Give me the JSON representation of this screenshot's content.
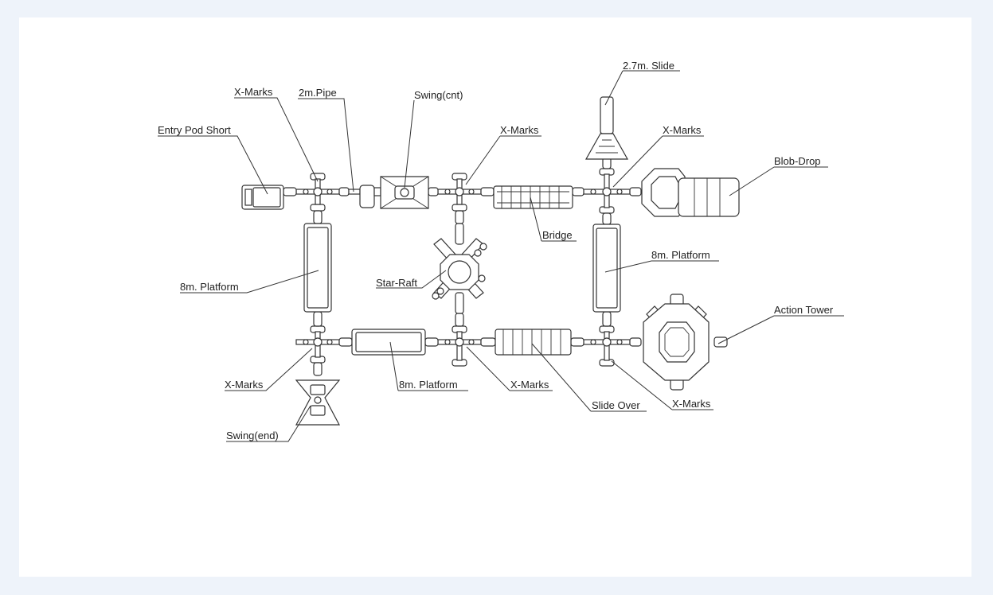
{
  "diagram": {
    "colors": {
      "stroke": "#333333",
      "background": "#ffffff",
      "page": "#eef3fa"
    },
    "labels": {
      "xmarks_tl": "X-Marks",
      "pipe_2m": "2m.Pipe",
      "swing_cnt": "Swing(cnt)",
      "slide_27": "2.7m. Slide",
      "entry_pod": "Entry Pod Short",
      "xmarks_tc": "X-Marks",
      "xmarks_tr": "X-Marks",
      "blob_drop": "Blob-Drop",
      "bridge": "Bridge",
      "platform_right": "8m. Platform",
      "platform_left": "8m. Platform",
      "star_raft": "Star-Raft",
      "action_tower": "Action Tower",
      "xmarks_bl": "X-Marks",
      "platform_bottom": "8m. Platform",
      "xmarks_bc": "X-Marks",
      "slide_over": "Slide Over",
      "xmarks_br": "X-Marks",
      "swing_end": "Swing(end)"
    }
  }
}
